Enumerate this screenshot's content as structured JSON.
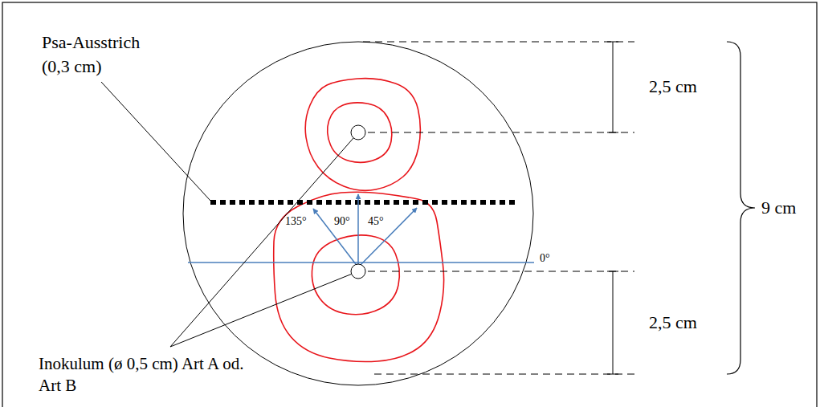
{
  "diagram": {
    "labels": [
      "Psa-Ausstrich (0,3 cm)",
      "2,5 cm",
      "9 cm",
      "135°",
      "90°",
      "45°",
      "0°",
      "2,5 cm",
      "Inokulum (ø 0,5 cm) Art A od. Art B"
    ]
  }
}
